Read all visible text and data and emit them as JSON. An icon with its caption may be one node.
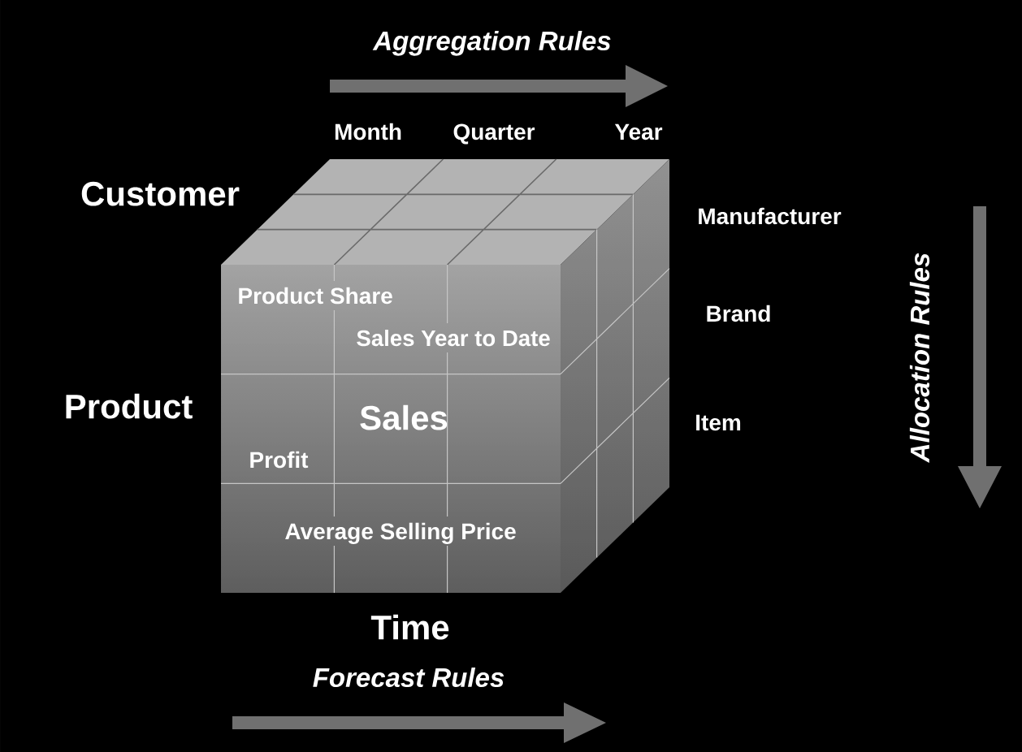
{
  "diagram": {
    "nodes": [
      {
        "text": [
          "Product Share",
          "Sales Year to Date",
          "Sales",
          "Profit",
          "Average Selling Price"
        ]
      }
    ],
    "labels": [
      "Aggregation Rules",
      "Month",
      "Quarter",
      "Year",
      "Customer",
      "Manufacturer",
      "Brand",
      "Allocation Rules",
      "Product",
      "Item",
      "Time",
      "Forecast Rules"
    ]
  }
}
